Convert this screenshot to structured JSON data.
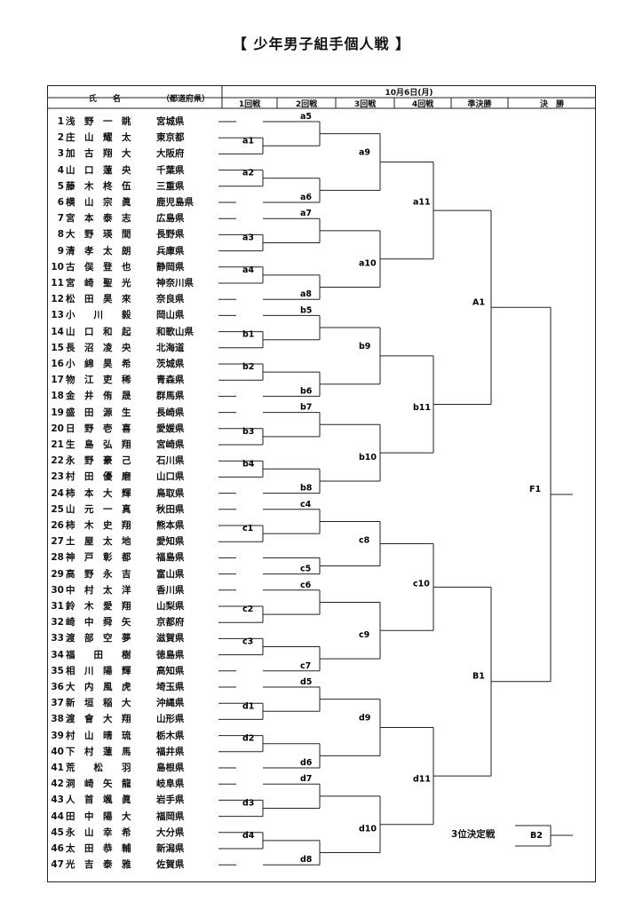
{
  "title": "【 少年男子組手個人戦 】",
  "header": {
    "name_label": "氏　　名",
    "pref_label": "（都道府県）",
    "date_label": "10月6日(月)",
    "rounds": [
      "1回戦",
      "2回戦",
      "3回戦",
      "4回戦",
      "準決勝",
      "決　勝"
    ]
  },
  "players": [
    {
      "no": "1",
      "name": "浅　野　一　眺",
      "pref": "宮城県"
    },
    {
      "no": "2",
      "name": "庄　山　耀　太",
      "pref": "東京都"
    },
    {
      "no": "3",
      "name": "加　古　翔　大",
      "pref": "大阪府"
    },
    {
      "no": "4",
      "name": "山　口　蓮　央",
      "pref": "千葉県"
    },
    {
      "no": "5",
      "name": "藤　木　柊　伍",
      "pref": "三重県"
    },
    {
      "no": "6",
      "name": "横　山　宗　眞",
      "pref": "鹿児島県"
    },
    {
      "no": "7",
      "name": "宮　本　泰　志",
      "pref": "広島県"
    },
    {
      "no": "8",
      "name": "大　野　瑛　間",
      "pref": "長野県"
    },
    {
      "no": "9",
      "name": "清　孝　太　朗",
      "pref": "兵庫県"
    },
    {
      "no": "10",
      "name": "古　俣　登　也",
      "pref": "静岡県"
    },
    {
      "no": "11",
      "name": "宮　崎　聖　光",
      "pref": "神奈川県"
    },
    {
      "no": "12",
      "name": "松　田　昊　來",
      "pref": "奈良県"
    },
    {
      "no": "13",
      "name": "小　　川　　毅",
      "pref": "岡山県"
    },
    {
      "no": "14",
      "name": "山　口　和　起",
      "pref": "和歌山県"
    },
    {
      "no": "15",
      "name": "長　沼　凌　央",
      "pref": "北海道"
    },
    {
      "no": "16",
      "name": "小　綿　昊　希",
      "pref": "茨城県"
    },
    {
      "no": "17",
      "name": "物　江　吏　稀",
      "pref": "青森県"
    },
    {
      "no": "18",
      "name": "金　井　侑　晟",
      "pref": "群馬県"
    },
    {
      "no": "19",
      "name": "盛　田　源　生",
      "pref": "長崎県"
    },
    {
      "no": "20",
      "name": "日　野　壱　喜",
      "pref": "愛媛県"
    },
    {
      "no": "21",
      "name": "生　島　弘　翔",
      "pref": "宮崎県"
    },
    {
      "no": "22",
      "name": "永　野　豪　己",
      "pref": "石川県"
    },
    {
      "no": "23",
      "name": "村　田　優　磨",
      "pref": "山口県"
    },
    {
      "no": "24",
      "name": "柿　本　大　輝",
      "pref": "鳥取県"
    },
    {
      "no": "25",
      "name": "山　元　一　真",
      "pref": "秋田県"
    },
    {
      "no": "26",
      "name": "柿　木　史　翔",
      "pref": "熊本県"
    },
    {
      "no": "27",
      "name": "土　屋　太　地",
      "pref": "愛知県"
    },
    {
      "no": "28",
      "name": "神　戸　彰　都",
      "pref": "福島県"
    },
    {
      "no": "29",
      "name": "高　野　永　吉",
      "pref": "富山県"
    },
    {
      "no": "30",
      "name": "中　村　太　洋",
      "pref": "香川県"
    },
    {
      "no": "31",
      "name": "鈴　木　愛　翔",
      "pref": "山梨県"
    },
    {
      "no": "32",
      "name": "崎　中　舜　矢",
      "pref": "京都府"
    },
    {
      "no": "33",
      "name": "渡　部　空　夢",
      "pref": "滋賀県"
    },
    {
      "no": "34",
      "name": "福　　田　　樹",
      "pref": "徳島県"
    },
    {
      "no": "35",
      "name": "相　川　陽　輝",
      "pref": "高知県"
    },
    {
      "no": "36",
      "name": "大　内　風　虎",
      "pref": "埼玉県"
    },
    {
      "no": "37",
      "name": "新　垣　稲　大",
      "pref": "沖縄県"
    },
    {
      "no": "38",
      "name": "渡　會　大　翔",
      "pref": "山形県"
    },
    {
      "no": "39",
      "name": "村　山　晴　琉",
      "pref": "栃木県"
    },
    {
      "no": "40",
      "name": "下　村　蓮　馬",
      "pref": "福井県"
    },
    {
      "no": "41",
      "name": "荒　　松　　羽",
      "pref": "島根県"
    },
    {
      "no": "42",
      "name": "洞　崎　矢　龍",
      "pref": "岐阜県"
    },
    {
      "no": "43",
      "name": "人　首　颯　眞",
      "pref": "岩手県"
    },
    {
      "no": "44",
      "name": "田　中　陽　大",
      "pref": "福岡県"
    },
    {
      "no": "45",
      "name": "永　山　幸　希",
      "pref": "大分県"
    },
    {
      "no": "46",
      "name": "太　田　恭　輔",
      "pref": "新潟県"
    },
    {
      "no": "47",
      "name": "光　吉　泰　雅",
      "pref": "佐賀県"
    }
  ],
  "matches": {
    "round1": [
      "a1",
      "a2",
      "a3",
      "a4",
      "b1",
      "b2",
      "b3",
      "b4",
      "c1",
      "c2",
      "c3",
      "d1",
      "d2",
      "d3",
      "d4"
    ],
    "round2": [
      "a5",
      "a6",
      "a7",
      "a8",
      "b5",
      "b6",
      "b7",
      "b8",
      "c4",
      "c5",
      "c6",
      "c7",
      "d5",
      "d6",
      "d7",
      "d8"
    ],
    "round3": [
      "a9",
      "a10",
      "b9",
      "b10",
      "c8",
      "c9",
      "d9",
      "d10"
    ],
    "round4": [
      "a11",
      "b11",
      "c10",
      "d11"
    ],
    "semifinal": [
      "A1",
      "B1"
    ],
    "final": [
      "F1"
    ],
    "third_place_label": "3位決定戦",
    "third_place_match": "B2"
  }
}
